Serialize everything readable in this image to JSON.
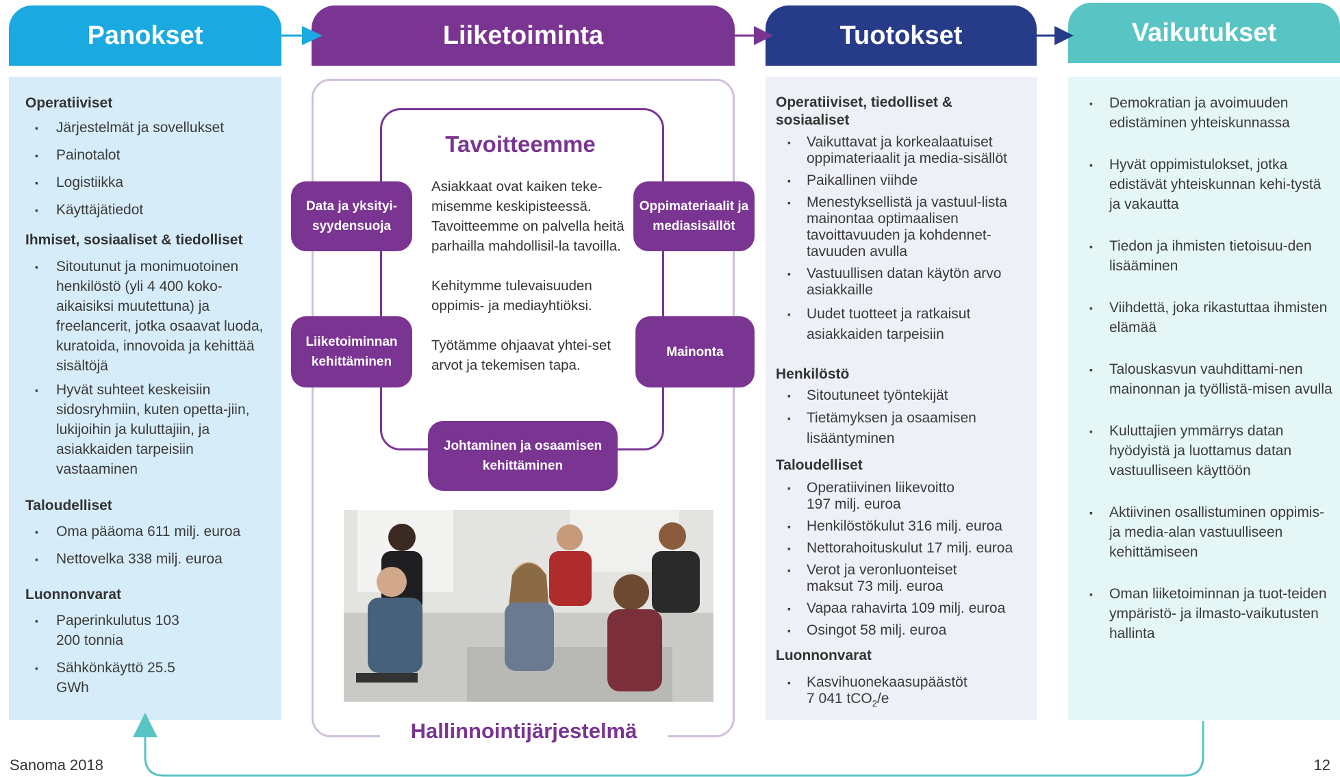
{
  "headers": {
    "panokset": "Panokset",
    "liiketoiminta": "Liiketoiminta",
    "tuotokset": "Tuotokset",
    "vaikutukset": "Vaikutukset"
  },
  "panokset": {
    "sec1_title": "Operatiiviset",
    "sec1_items": [
      "Järjestelmät ja sovellukset",
      "Painotalot",
      "Logistiikka",
      "Käyttäjätiedot"
    ],
    "sec2_title": "Ihmiset, sosiaaliset & tiedolliset",
    "sec2_items": [
      "Sitoutunut ja monimuotoinen henkilöstö (yli 4 400 koko-aikaisiksi muutettuna) ja freelancerit, jotka osaavat luoda, kuratoida, innovoida ja kehittää sisältöjä",
      "Hyvät suhteet keskeisiin sidosryhmiin, kuten opetta-jiin, lukijoihin ja kuluttajiin, ja asiakkaiden tarpeisiin vastaaminen"
    ],
    "sec3_title": "Taloudelliset",
    "sec3_items": [
      "Oma pääoma 611 milj. euroa",
      "Nettovelka 338 milj. euroa"
    ],
    "sec4_title": "Luonnonvarat",
    "sec4_items": [
      "Paperinkulutus 103 200 tonnia",
      "Sähkönkäyttö 25.5 GWh"
    ]
  },
  "liiketoiminta": {
    "goal_title": "Tavoitteemme",
    "goal_p1": "Asiakkaat ovat kaiken teke-misemme keskipisteessä. Tavoitteemme on palvella heitä parhailla mahdollisil-la tavoilla.",
    "goal_p2": "Kehitymme tulevaisuuden oppimis- ja mediayhtiöksi.",
    "goal_p3": "Työtämme ohjaavat yhtei-set arvot ja tekemisen tapa.",
    "pills": {
      "data": "Data ja yksityi-syydensuoja",
      "oppimateriaalit": "Oppimateriaalit ja mediasisällöt",
      "liiketoiminnan": "Liiketoiminnan kehittäminen",
      "mainonta": "Mainonta",
      "johtaminen": "Johtaminen ja osaamisen kehittäminen"
    },
    "governance": "Hallinnointijärjestelmä"
  },
  "tuotokset": {
    "sec1_title": "Operatiiviset, tiedolliset & sosiaaliset",
    "sec1_items": [
      "Vaikuttavat ja korkealaatuiset oppimateriaalit ja media-sisällöt",
      "Paikallinen viihde",
      "Menestyksellistä ja vastuul-lista mainontaa optimaalisen tavoittavuuden ja kohdennet-tavuuden avulla",
      "Vastuullisen datan käytön arvo asiakkaille",
      "Uudet tuotteet ja ratkaisut asiakkaiden tarpeisiin"
    ],
    "sec2_title": "Henkilöstö",
    "sec2_items": [
      "Sitoutuneet työntekijät",
      "Tietämyksen ja osaamisen lisääntyminen"
    ],
    "sec3_title": "Taloudelliset",
    "sec3_items": [
      "Operatiivinen liikevoitto 197 milj. euroa",
      "Henkilöstökulut 316 milj. euroa",
      "Nettorahoituskulut 17 milj. euroa",
      "Verot ja veronluonteiset maksut 73 milj. euroa",
      "Vapaa rahavirta 109 milj. euroa",
      "Osingot 58 milj. euroa"
    ],
    "sec4_title": "Luonnonvarat",
    "sec4_item_prefix": "Kasvihuonekaasupäästöt 7 041 tCO",
    "sec4_item_sub": "2",
    "sec4_item_suffix": "/e"
  },
  "vaikutukset": {
    "items": [
      "Demokratian ja avoimuuden edistäminen yhteiskunnassa",
      "Hyvät oppimistulokset, jotka edistävät yhteiskunnan kehi-tystä ja vakautta",
      "Tiedon ja ihmisten tietoisuu-den lisääminen",
      "Viihdettä, joka rikastuttaa ihmisten elämää",
      "Talouskasvun vauhdittami-nen mainonnan ja työllistä-misen avulla",
      "Kuluttajien ymmärrys datan hyödyistä ja luottamus datan vastuulliseen käyttöön",
      "Aktiivinen osallistuminen oppimis- ja media-alan vastuulliseen kehittämiseen",
      "Oman liiketoiminnan ja tuot-teiden ympäristö- ja ilmasto-vaikutusten hallinta"
    ]
  },
  "footer": {
    "brand": "Sanoma 2018",
    "page": "12"
  },
  "colors": {
    "panokset": "#1aa9e0",
    "liiketoiminta": "#7a3593",
    "tuotokset": "#273c89",
    "vaikutukset": "#58c4c4"
  }
}
